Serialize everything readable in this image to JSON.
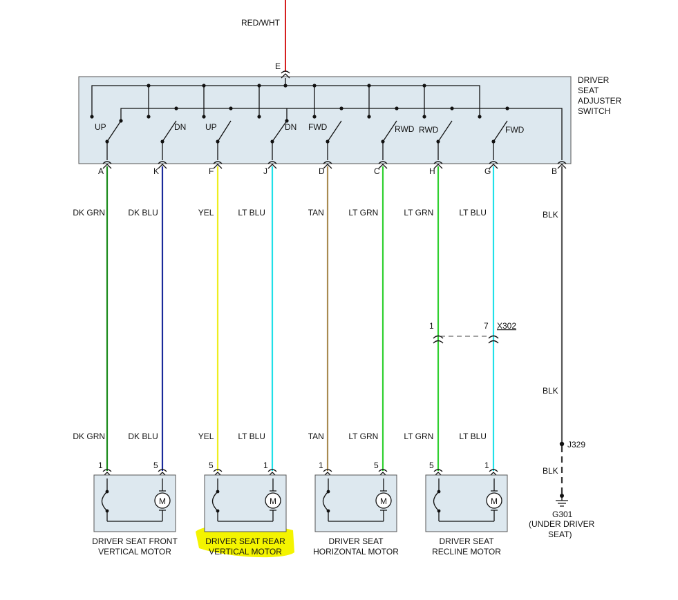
{
  "source": {
    "wire_color": "RED/WHT",
    "pin": "E",
    "hex": "#d62020"
  },
  "switch": {
    "name_lines": [
      "DRIVER",
      "SEAT",
      "ADJUSTER",
      "SWITCH"
    ]
  },
  "pins": [
    {
      "pin": "A",
      "color": "DK GRN",
      "hex": "#1a8a1a",
      "contact": "UP",
      "motor": 0,
      "motor_pin": "1",
      "bottom_label": "DK GRN"
    },
    {
      "pin": "K",
      "color": "DK BLU",
      "hex": "#1a2a9a",
      "contact": "DN",
      "motor": 0,
      "motor_pin": "5",
      "bottom_label": "DK BLU"
    },
    {
      "pin": "F",
      "color": "YEL",
      "hex": "#eeee20",
      "contact": "UP",
      "motor": 1,
      "motor_pin": "5",
      "bottom_label": "YEL"
    },
    {
      "pin": "J",
      "color": "LT BLU",
      "hex": "#20e0e8",
      "contact": "DN",
      "motor": 1,
      "motor_pin": "1",
      "bottom_label": "LT BLU"
    },
    {
      "pin": "D",
      "color": "TAN",
      "hex": "#a88a50",
      "contact": "FWD",
      "motor": 2,
      "motor_pin": "1",
      "bottom_label": "TAN"
    },
    {
      "pin": "C",
      "color": "LT GRN",
      "hex": "#30d030",
      "contact": "RWD",
      "motor": 2,
      "motor_pin": "5",
      "bottom_label": "LT GRN"
    },
    {
      "pin": "H",
      "color": "LT GRN",
      "hex": "#30d030",
      "contact": "RWD",
      "motor": 3,
      "motor_pin": "5",
      "bottom_label": "LT GRN"
    },
    {
      "pin": "G",
      "color": "LT BLU",
      "hex": "#20e0e8",
      "contact": "FWD",
      "motor": 3,
      "motor_pin": "1",
      "bottom_label": "LT BLU"
    }
  ],
  "ground_wire": {
    "pin": "B",
    "color": "BLK",
    "hex": "#555555",
    "label_mid": "BLK",
    "label_low": "BLK",
    "splice": "J329",
    "ground": "G301",
    "ground_note_lines": [
      "(UNDER DRIVER",
      "SEAT)"
    ]
  },
  "inline_connector": {
    "name": "X302",
    "pin_h": "1",
    "pin_g": "7"
  },
  "motors": [
    {
      "name_lines": [
        "DRIVER SEAT FRONT",
        "VERTICAL MOTOR"
      ],
      "highlighted": false,
      "symbol": "M"
    },
    {
      "name_lines": [
        "DRIVER SEAT REAR",
        "VERTICAL MOTOR"
      ],
      "highlighted": true,
      "symbol": "M"
    },
    {
      "name_lines": [
        "DRIVER SEAT",
        "HORIZONTAL MOTOR"
      ],
      "highlighted": false,
      "symbol": "M"
    },
    {
      "name_lines": [
        "DRIVER SEAT",
        "RECLINE MOTOR"
      ],
      "highlighted": false,
      "symbol": "M"
    }
  ],
  "colors": {
    "box_fill": "#dde8ef",
    "highlight": "#f4f400"
  }
}
